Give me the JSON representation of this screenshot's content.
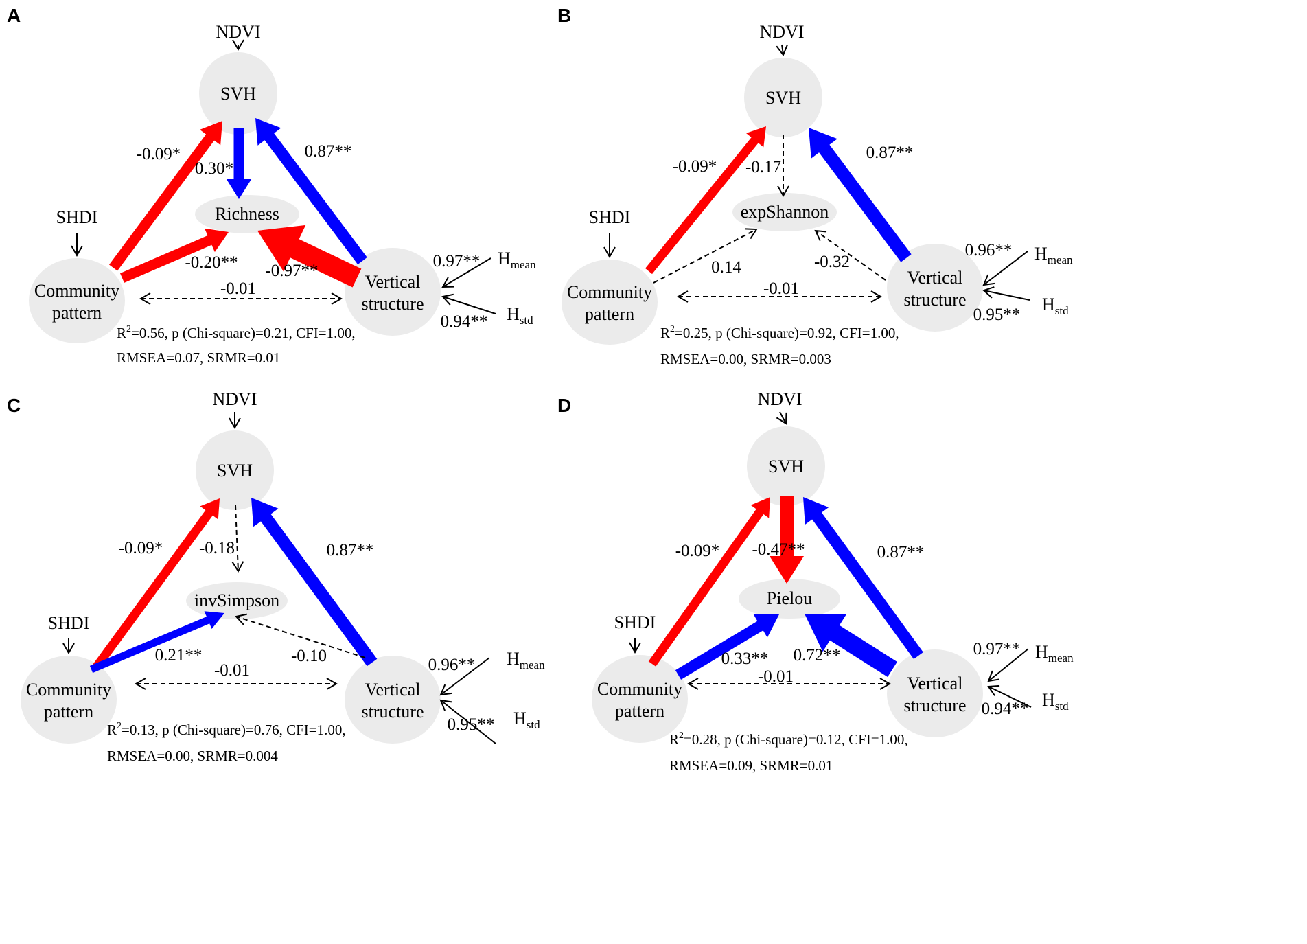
{
  "colors": {
    "positive": "#0000ff",
    "negative": "#ff0000",
    "node_fill": "#ebebeb",
    "line": "#000000"
  },
  "panels": [
    {
      "id": "A",
      "label": "A",
      "ndvi": "NDVI",
      "svh": "SVH",
      "shdi": "SHDI",
      "community": [
        "Community",
        "pattern"
      ],
      "vertical": [
        "Vertical",
        "structure"
      ],
      "hmean": {
        "H": "H",
        "sub": "mean"
      },
      "hstd": {
        "H": "H",
        "sub": "std"
      },
      "diversity": "Richness",
      "coef": {
        "cp_svh": "-0.09*",
        "vs_svh": "0.87**",
        "svh_div": "0.30*",
        "cp_div": "-0.20**",
        "vs_div": "-0.97**",
        "cp_vs": "-0.01",
        "hmean": "0.97**",
        "hstd": "0.94**"
      },
      "fit": {
        "r2_prefix": "R",
        "r2_sup": "2",
        "line1": "=0.56, p (Chi-square)=0.21, CFI=1.00,",
        "line2": "RMSEA=0.07, SRMR=0.01"
      }
    },
    {
      "id": "B",
      "label": "B",
      "ndvi": "NDVI",
      "svh": "SVH",
      "shdi": "SHDI",
      "community": [
        "Community",
        "pattern"
      ],
      "vertical": [
        "Vertical",
        "structure"
      ],
      "hmean": {
        "H": "H",
        "sub": "mean"
      },
      "hstd": {
        "H": "H",
        "sub": "std"
      },
      "diversity": "expShannon",
      "coef": {
        "cp_svh": "-0.09*",
        "vs_svh": "0.87**",
        "svh_div": "-0.17",
        "cp_div": "0.14",
        "vs_div": "-0.32",
        "cp_vs": "-0.01",
        "hmean": "0.96**",
        "hstd": "0.95**"
      },
      "fit": {
        "r2_prefix": "R",
        "r2_sup": "2",
        "line1": "=0.25, p (Chi-square)=0.92, CFI=1.00,",
        "line2": "RMSEA=0.00, SRMR=0.003"
      }
    },
    {
      "id": "C",
      "label": "C",
      "ndvi": "NDVI",
      "svh": "SVH",
      "shdi": "SHDI",
      "community": [
        "Community",
        "pattern"
      ],
      "vertical": [
        "Vertical",
        "structure"
      ],
      "hmean": {
        "H": "H",
        "sub": "mean"
      },
      "hstd": {
        "H": "H",
        "sub": "std"
      },
      "diversity": "invSimpson",
      "coef": {
        "cp_svh": "-0.09*",
        "vs_svh": "0.87**",
        "svh_div": "-0.18",
        "cp_div": "0.21**",
        "vs_div": "-0.10",
        "cp_vs": "-0.01",
        "hmean": "0.96**",
        "hstd": "0.95**"
      },
      "fit": {
        "r2_prefix": "R",
        "r2_sup": "2",
        "line1": "=0.13, p (Chi-square)=0.76, CFI=1.00,",
        "line2": "RMSEA=0.00, SRMR=0.004"
      }
    },
    {
      "id": "D",
      "label": "D",
      "ndvi": "NDVI",
      "svh": "SVH",
      "shdi": "SHDI",
      "community": [
        "Community",
        "pattern"
      ],
      "vertical": [
        "Vertical",
        "structure"
      ],
      "hmean": {
        "H": "H",
        "sub": "mean"
      },
      "hstd": {
        "H": "H",
        "sub": "std"
      },
      "diversity": "Pielou",
      "coef": {
        "cp_svh": "-0.09*",
        "vs_svh": "0.87**",
        "svh_div": "-0.47**",
        "cp_div": "0.33**",
        "vs_div": "0.72**",
        "cp_vs": "-0.01",
        "hmean": "0.97**",
        "hstd": "0.94**"
      },
      "fit": {
        "r2_prefix": "R",
        "r2_sup": "2",
        "line1": "=0.28, p (Chi-square)=0.12, CFI=1.00,",
        "line2": "RMSEA=0.09, SRMR=0.01"
      }
    }
  ]
}
